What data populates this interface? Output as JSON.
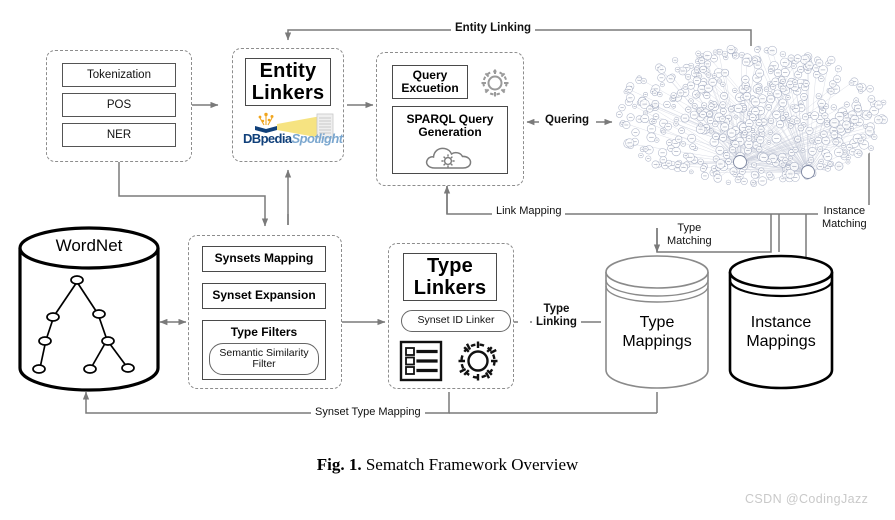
{
  "figure": {
    "caption_prefix": "Fig. 1.",
    "caption_text": "Sematch Framework Overview",
    "watermark": "CSDN @CodingJazz"
  },
  "groups": {
    "nlp": {
      "name": "nlp-pipeline-group",
      "items": [
        {
          "label": "Tokenization"
        },
        {
          "label": "POS"
        },
        {
          "label": "NER"
        }
      ]
    },
    "entity_linkers": {
      "title": "Entity\nLinkers",
      "title_line1": "Entity",
      "title_line2": "Linkers",
      "logo_part1": "DBpedia",
      "logo_part2": "Spotlight"
    },
    "query": {
      "exec_line1": "Query",
      "exec_line2": "Excuetion",
      "sparql_line1": "SPARQL Query",
      "sparql_line2": "Generation",
      "gear_icon": "gear-icon",
      "cloud_icon": "cloud-gear-icon"
    },
    "wordnet": {
      "label": "WordNet",
      "icon": "tree-hierarchy-icon"
    },
    "synsets": {
      "items": [
        {
          "label": "Synsets Mapping"
        },
        {
          "label": "Synset Expansion"
        }
      ],
      "type_filters_label": "Type Filters",
      "filter_line1": "Semantic Similarity",
      "filter_line2": "Filter"
    },
    "type_linkers": {
      "title_line1": "Type",
      "title_line2": "Linkers",
      "synset_id_linker": "Synset ID Linker",
      "list_icon": "checklist-icon",
      "gear_icon": "gear-icon"
    },
    "type_mappings": {
      "line1": "Type",
      "line2": "Mappings",
      "icon": "database-cylinder-icon"
    },
    "instance_mappings": {
      "line1": "Instance",
      "line2": "Mappings",
      "icon": "database-cylinder-icon"
    },
    "knowledge_graph": {
      "name": "knowledge-graph-cloud",
      "icon": "graph-network-icon"
    }
  },
  "edges": {
    "entity_linking": "Entity Linking",
    "quering": "Quering",
    "link_mapping": "Link Mapping",
    "instance_matching_l1": "Instance",
    "instance_matching_l2": "Matching",
    "type_matching_l1": "Type",
    "type_matching_l2": "Matching",
    "type_linking_l1": "Type",
    "type_linking_l2": "Linking",
    "synset_type_mapping": "Synset Type Mapping"
  },
  "colors": {
    "line": "#7a7a7a",
    "dash": "#8d8d8d",
    "box": "#4a4a4a",
    "ink": "#000000",
    "watermark": "#c9c9c9",
    "logo_dark": "#10407a",
    "logo_light": "#7ba7cf",
    "logo_beam": "#f5e27a"
  }
}
